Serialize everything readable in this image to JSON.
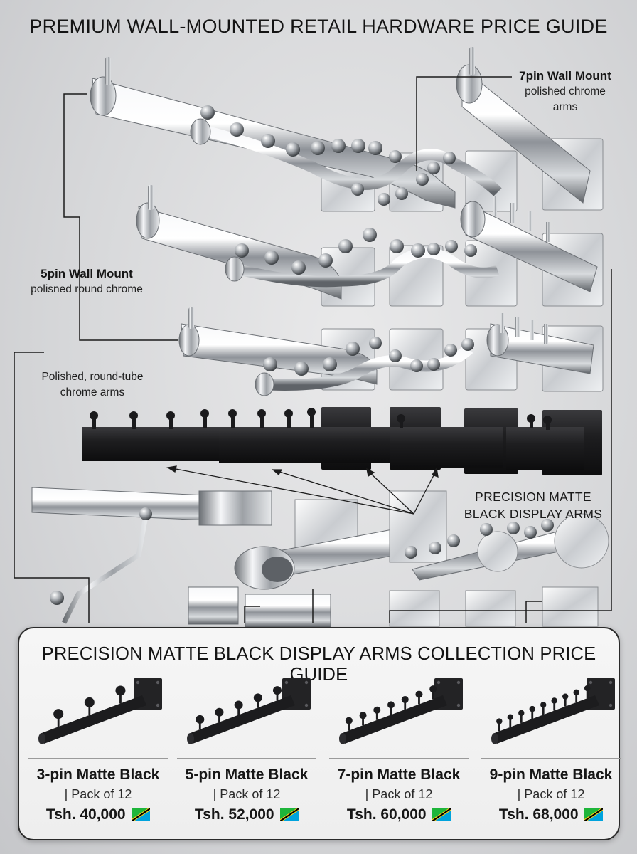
{
  "header": {
    "title": "PREMIUM WALL-MOUNTED RETAIL HARDWARE PRICE GUIDE"
  },
  "callouts": {
    "pin7": {
      "title": "7pin Wall Mount",
      "line1": "polished chrome",
      "line2": "arms"
    },
    "pin5": {
      "title": "5pin Wall Mount",
      "subtitle": "polisned round chrome"
    },
    "round_tube": {
      "line1": "Polished, round-tube",
      "line2": "chrome arms"
    },
    "matte_black": {
      "line1": "PRECISION MATTE",
      "line2": "BLACK DISPLAY ARMS"
    }
  },
  "price_guide": {
    "title": "PRECISION MATTE BLACK DISPLAY ARMS COLLECTION PRICE GUIDE",
    "products": [
      {
        "name": "3-pin Matte Black",
        "pack": "| Pack of 12",
        "price": "Tsh. 40,000",
        "pins": 3,
        "flag_icon": "tanzania-flag-icon"
      },
      {
        "name": "5-pin Matte Black",
        "pack": "| Pack of 12",
        "price": "Tsh. 52,000",
        "pins": 5,
        "flag_icon": "tanzania-flag-icon"
      },
      {
        "name": "7-pin Matte Black",
        "pack": "| Pack of 12",
        "price": "Tsh. 60,000",
        "pins": 7,
        "flag_icon": "tanzania-flag-icon"
      },
      {
        "name": "9-pin Matte Black",
        "pack": "| Pack of 12",
        "price": "Tsh. 68,000",
        "pins": 9,
        "flag_icon": "tanzania-flag-icon"
      }
    ]
  },
  "colors": {
    "chrome_light": "#f4f5f7",
    "chrome_dark": "#6d7177",
    "matte_black": "#1c1c1e",
    "flag_green": "#1eb53a",
    "flag_blue": "#00a3dd",
    "flag_yellow": "#fcd116"
  }
}
